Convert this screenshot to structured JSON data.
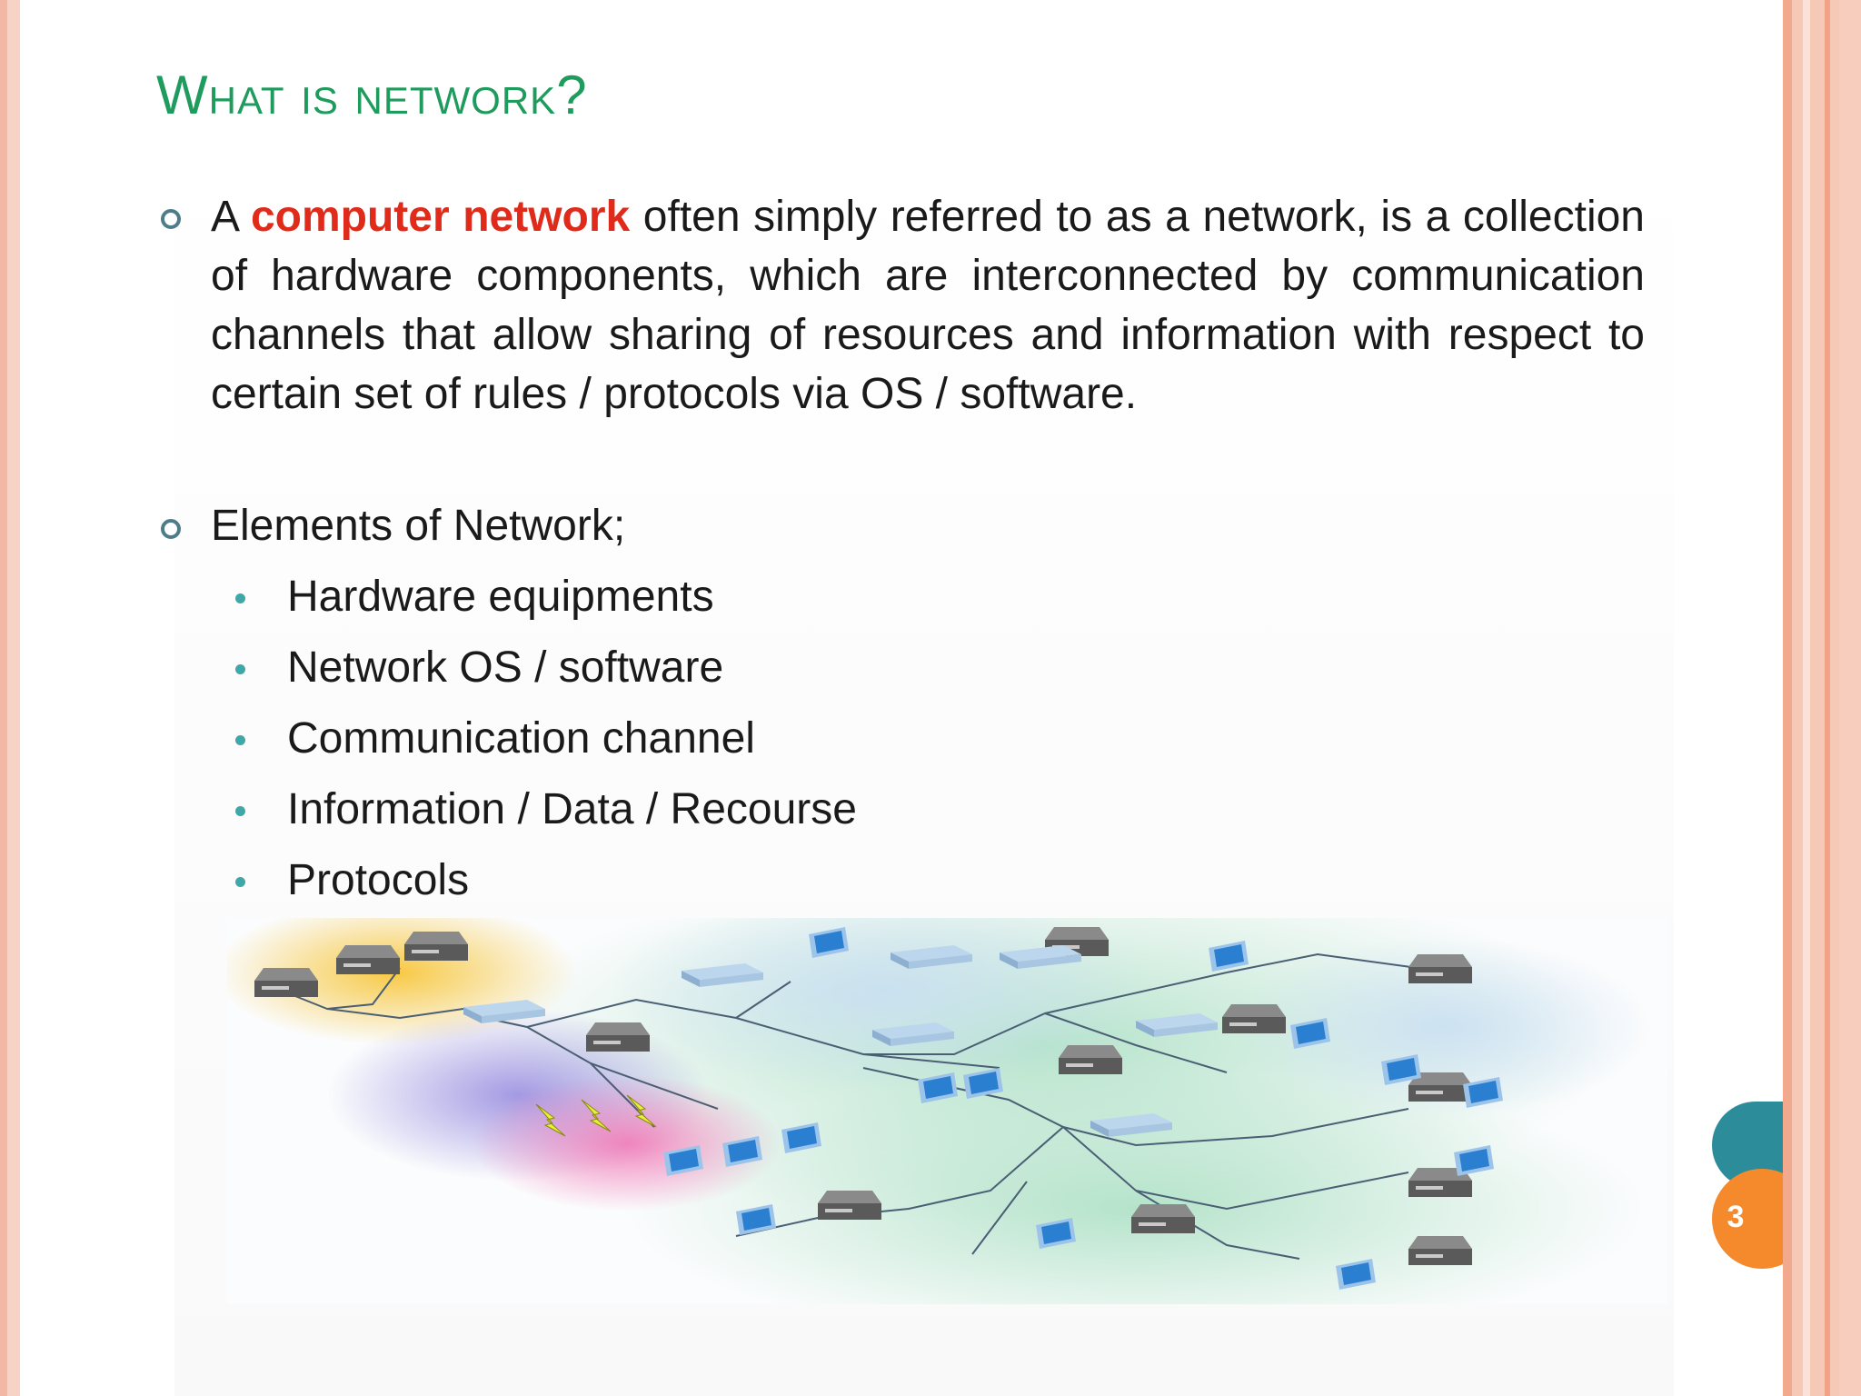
{
  "slide": {
    "title": "What is network?",
    "paragraph": {
      "prefix": "A ",
      "highlight": "computer network",
      "rest": " often simply referred to as a network, is a collection of hardware components, which are interconnected by communication channels that allow sharing of resources and information with respect to certain set of rules / protocols via OS / software."
    },
    "elements_label": "Elements of Network;",
    "elements": [
      "Hardware equipments",
      "Network OS / software",
      "Communication channel",
      "Information / Data / Recourse",
      "Protocols"
    ],
    "page_number": "3"
  },
  "colors": {
    "title": "#1e9b5d",
    "highlight": "#e02a1a",
    "bullet": "#3ea8a8",
    "badge_teal": "#2d8c9a",
    "badge_orange": "#f48a2c"
  },
  "icons": [
    "ring-bullet-icon",
    "dot-bullet-icon",
    "server-icon",
    "monitor-icon",
    "switch-icon",
    "lightning-icon"
  ]
}
